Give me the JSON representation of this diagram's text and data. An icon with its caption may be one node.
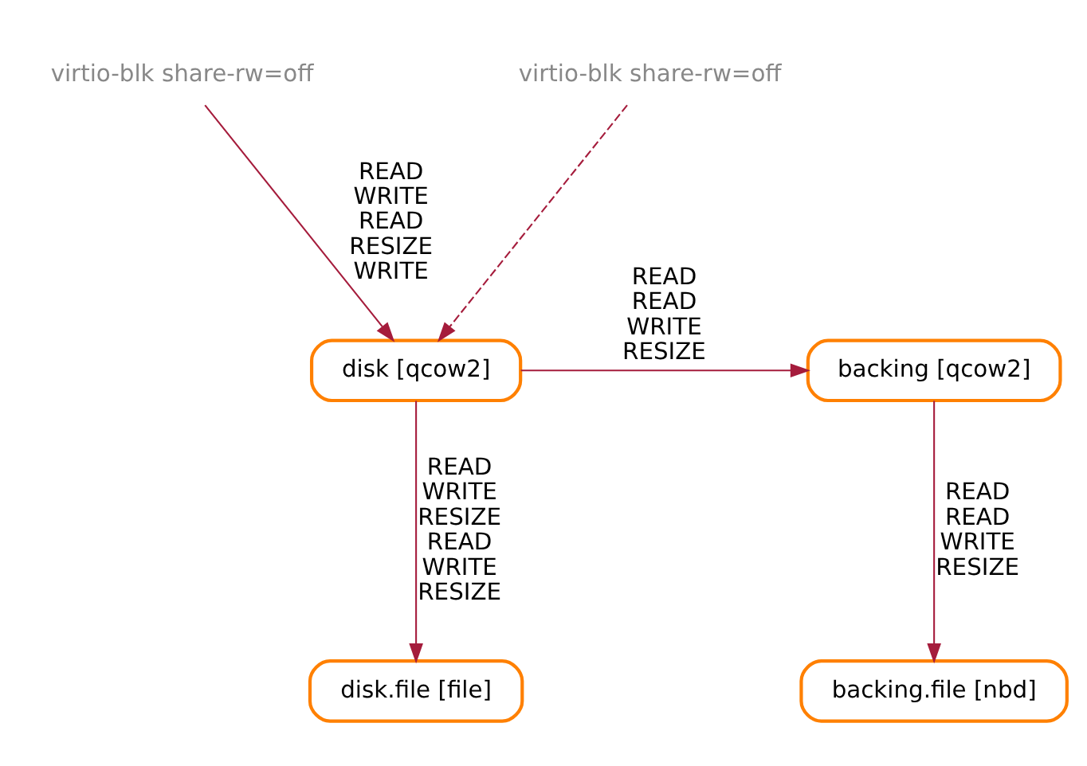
{
  "diagram": {
    "nodes": [
      {
        "text": [
          "virtio-blk share-rw=off"
        ]
      },
      {
        "text": [
          "virtio-blk share-rw=off"
        ]
      },
      {
        "text": [
          "disk [qcow2]"
        ]
      },
      {
        "text": [
          "backing [qcow2]"
        ]
      },
      {
        "text": [
          "disk.file [file]"
        ]
      },
      {
        "text": [
          "backing.file [nbd]"
        ]
      }
    ],
    "edges": [
      {
        "from": 0,
        "to": 2,
        "arrow": "to",
        "label": "READ WRITE READ RESIZE WRITE"
      },
      {
        "from": 1,
        "to": 2,
        "arrow": "to",
        "style": "dashed"
      },
      {
        "from": 2,
        "to": 3,
        "arrow": "to",
        "label": "READ READ WRITE RESIZE"
      },
      {
        "from": 2,
        "to": 4,
        "arrow": "to",
        "label": "READ WRITE RESIZE READ WRITE RESIZE"
      },
      {
        "from": 3,
        "to": 5,
        "arrow": "to",
        "label": "READ READ WRITE RESIZE"
      }
    ]
  }
}
